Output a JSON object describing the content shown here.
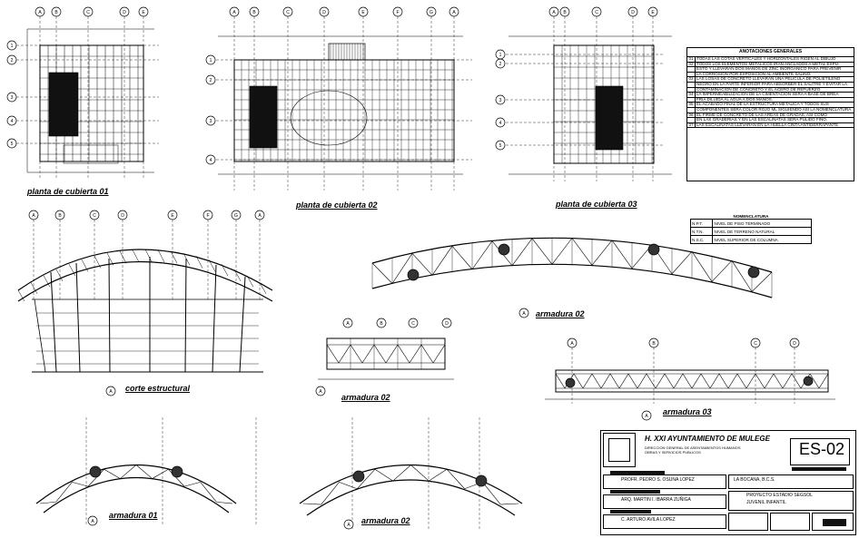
{
  "sheet": {
    "code": "ES-02"
  },
  "views": {
    "planta1": "planta de cubierta 01",
    "planta2": "planta de cubierta 02",
    "planta3": "planta de cubierta 03",
    "corte": "corte estructural",
    "armadura1": "armadura 01",
    "armadura2_top": "armadura 02",
    "armadura2_mid": "armadura 02",
    "armadura2_bottom": "armadura 02",
    "armadura3": "armadura 03"
  },
  "axis_letters": [
    "A",
    "B",
    "C",
    "D",
    "E",
    "F",
    "G"
  ],
  "axis_numbers": [
    "1",
    "2",
    "3",
    "4",
    "5"
  ],
  "notes": {
    "title": "ANOTACIONES GENERALES",
    "items": [
      {
        "n": "01",
        "text": "TODAS LAS COTAS VERTICALES Y HORIZONTALES RIGEN AL DIBUJO"
      },
      {
        "n": "02",
        "text": "TODOS LOS ELEMENTOS METALICOS IRAN ANCLADOS A METAL EXPU-"
      },
      {
        "n": "",
        "text": "ESTO Y LLEVARAN DOS MANOS DE ZINC INORGANICO PARA PREVENIR"
      },
      {
        "n": "",
        "text": "LA CORROSION POR EXPOSICION AL AMBIENTE SALINO."
      },
      {
        "n": "03",
        "text": "LAS LOSAS DE CONCRETO LLEVARAN UNA PELICULA DE POLIETILENO"
      },
      {
        "n": "",
        "text": "NEGRO EN LA PARTE INFERIOR PARA ABSORBER EL SALITRE Y EVITAR LA"
      },
      {
        "n": "",
        "text": "CONTAMINACION DE CONCRETO Y EL ACERO DE REFUERZO."
      },
      {
        "n": "04",
        "text": "LA IMPERMEABILIZACION DE LA CIMENTACION SERA A BASE DE BREA"
      },
      {
        "n": "",
        "text": "FRIA DILUIDA AL AGUA A DOS MANOS."
      },
      {
        "n": "05",
        "text": "EL ACABADO FINAL DE LA ESTRUCTURA METALICA Y TODOS SUS"
      },
      {
        "n": "",
        "text": "COMPONENTES SERA COLOR ROJO ML SIGUIENDO ASI LA NOMENCLATURA"
      },
      {
        "n": "06",
        "text": "EL FIRME DE CONCRETO DE LAS AREAS DE GRADAS, ASI COMO"
      },
      {
        "n": "",
        "text": "EN LAS GRADERIAS Y EN LAS ESCALINATAS SERA PULIDO FINO."
      },
      {
        "n": "07",
        "text": "LAS ESCALINATAS LLEVARAN EN LA HUELLA CINTA ANTIDERRAPANTE"
      }
    ]
  },
  "nomenclatura": {
    "title": "NOMENCLATURA",
    "rows": [
      {
        "k": "N.P.T.",
        "v": "NIVEL DE PISO TERMINADO"
      },
      {
        "k": "N.T.N.",
        "v": "NIVEL DE TERRENO NATURAL"
      },
      {
        "k": "N.S.C.",
        "v": "NIVEL SUPERIOR DE COLUMNA"
      }
    ]
  },
  "title_block": {
    "client": "H. XXI AYUNTAMIENTO DE MULEGE",
    "client_sub1": "DIRECCION GENERAL DE ASENTAMIENTOS HUMANOS",
    "client_sub2": "OBRAS Y SERVICIOS PUBLICOS",
    "code": "ES-02",
    "person1": "PROFR. PEDRO S. OSUNA LOPEZ",
    "person2": "ARQ. MARTIN I. IBARRA ZUÑIGA",
    "person3": "C. ARTURO AVILA LOPEZ",
    "place": "LA BOCANA, B.C.S.",
    "project1": "PROYECTO ESTADIO SEGSOL",
    "project2": "JUVENIL INFANTIL"
  }
}
